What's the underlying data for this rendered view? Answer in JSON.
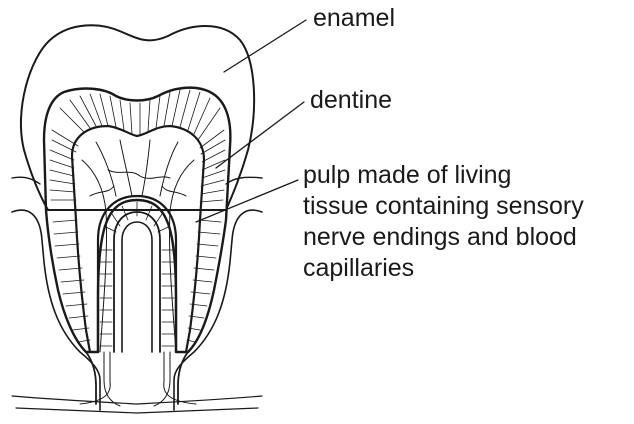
{
  "labels": {
    "enamel": "enamel",
    "dentine": "dentine",
    "pulp": {
      "lines": [
        "pulp made of living",
        "tissue containing sensory",
        "nerve endings and blood",
        "capillaries"
      ]
    }
  },
  "colors": {
    "ink": "#1a1a1a",
    "background": "#ffffff"
  }
}
